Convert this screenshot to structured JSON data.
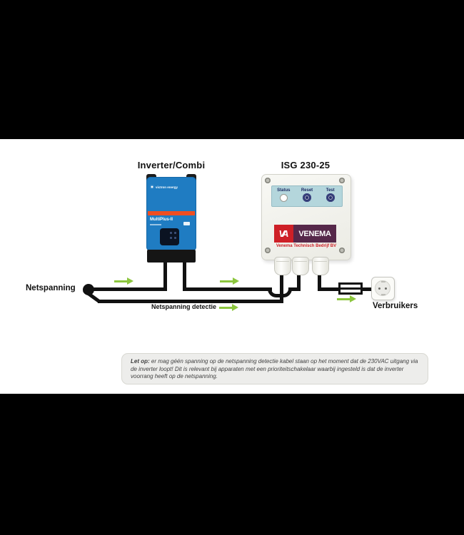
{
  "titles": {
    "inverter": "Inverter/Combi",
    "isg": "ISG 230-25"
  },
  "inverter": {
    "brand": "victron energy",
    "model": "MultiPlus-II"
  },
  "isg": {
    "status_label": "Status",
    "reset_label": "Reset",
    "test_label": "Test",
    "logo_monogram": "VA",
    "logo_name": "VENEMA",
    "logo_subtitle": "Venema Technisch Bedrijf BV"
  },
  "labels": {
    "mains": "Netspanning",
    "mains_detect": "Netspanning detectie",
    "consumers": "Verbruikers"
  },
  "note": {
    "lead": "Let op:",
    "body": " er mag géén spanning op de netspanning detectie kabel staan op het moment dat de 230VAC uitgang via de inverter loopt! Dit is relevant bij apparaten met een prioriteitschakelaar waarbij ingesteld is dat de inverter voorrang heeft op de netspanning."
  },
  "colors": {
    "victron_blue": "#1f7cc2",
    "victron_orange": "#ef4e22",
    "venema_red": "#ce2027",
    "venema_purple": "#56284a",
    "panel_blue": "#b4d6dc",
    "arrow_green": "#8cc63e",
    "wire_black": "#111111"
  }
}
